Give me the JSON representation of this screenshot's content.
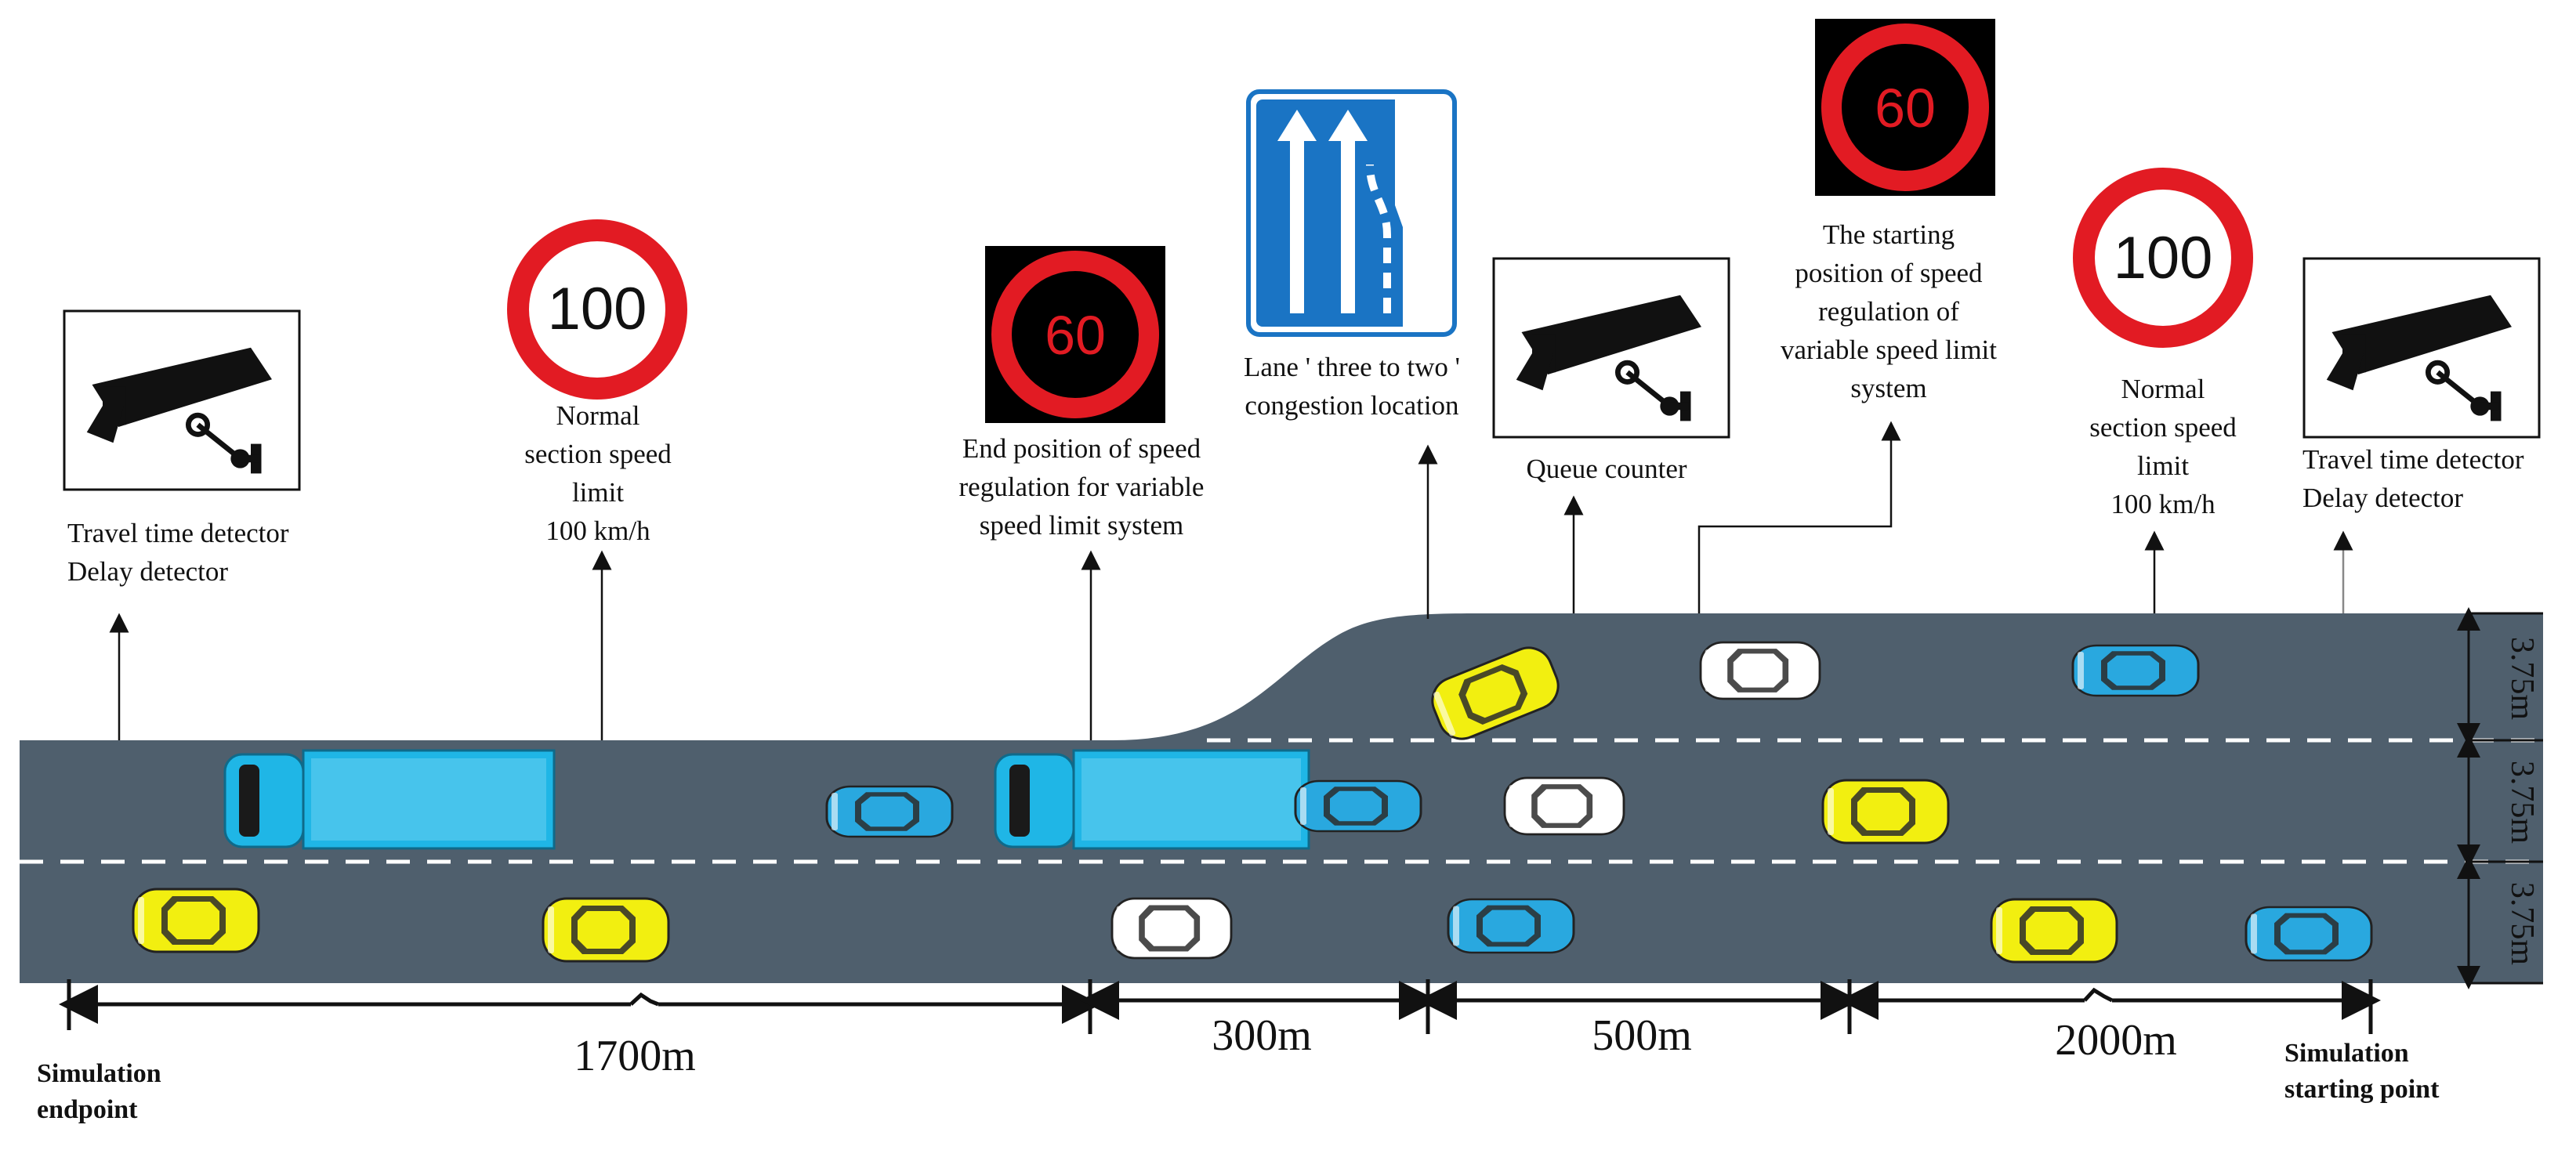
{
  "sign_values": {
    "normal_limit_left": "100",
    "vsl_end": "60",
    "vsl_start": "60",
    "normal_limit_right": "100"
  },
  "labels": {
    "travel_time_left": [
      "Travel  time detector",
      "Delay detector"
    ],
    "normal_left": [
      "Normal",
      "section speed",
      "limit",
      "100 km/h"
    ],
    "vsl_end": [
      "End position of speed",
      "regulation for variable",
      "speed limit system"
    ],
    "lane_drop": [
      "Lane ' three to two '",
      "congestion location"
    ],
    "queue_counter": [
      "Queue counter"
    ],
    "vsl_start": [
      "The starting",
      "position of speed",
      "regulation of",
      "variable speed limit",
      "system"
    ],
    "normal_right": [
      "Normal",
      "section speed",
      "limit",
      "100 km/h"
    ],
    "travel_time_right": [
      "Travel  time detector",
      "Delay detector"
    ]
  },
  "distances": [
    "1700m",
    "300m",
    "500m",
    "2000m"
  ],
  "endpoints": {
    "end": [
      "Simulation",
      "endpoint"
    ],
    "start": [
      "Simulation",
      "starting point"
    ]
  },
  "lane_widths": [
    "3.75m",
    "3.75m",
    "3.75m"
  ],
  "colors": {
    "road": "#4f5f6d",
    "sign_red": "#e21b23",
    "lane_sign_blue": "#1a74c4",
    "car_yellow": "#f2ef10",
    "car_blue": "#29a8df",
    "car_white": "#ffffff",
    "truck_blue": "#1fb6e6"
  },
  "icons": [
    "surveillance-camera-icon",
    "lane-reduction-sign-icon",
    "speed-limit-sign-icon",
    "car-icon",
    "truck-icon"
  ]
}
